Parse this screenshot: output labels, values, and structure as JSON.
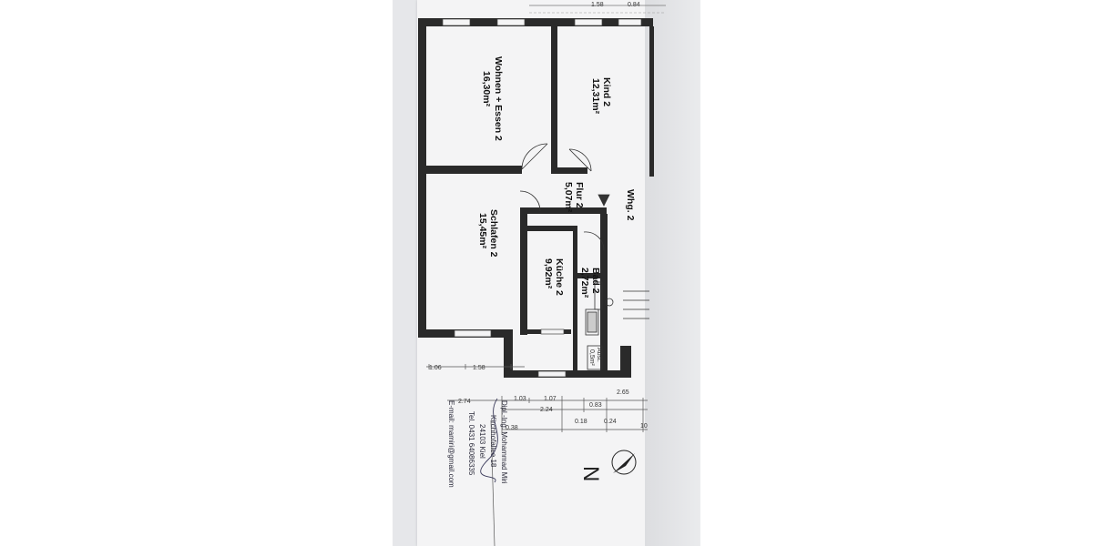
{
  "top_dimensions": [
    "1.58",
    "0.84"
  ],
  "rooms": [
    {
      "id": "wohnen",
      "label": "Wohnen + Essen 2",
      "area": "16,30m²"
    },
    {
      "id": "kind",
      "label": "Kind 2",
      "area": "12,31m²"
    },
    {
      "id": "flur",
      "label": "Flur 2",
      "area": "5,07m²"
    },
    {
      "id": "schlafen",
      "label": "Schlafen 2",
      "area": "15,45m²"
    },
    {
      "id": "kueche",
      "label": "Küche 2",
      "area": "9,92m²"
    },
    {
      "id": "bad",
      "label": "Bad 2",
      "area": "2,72m²"
    },
    {
      "id": "abst",
      "label": "Abst.",
      "area": "0,5m²"
    }
  ],
  "apartment_label": "Whg. 2",
  "dimensions": {
    "row1": [
      "1.06",
      "1.58"
    ],
    "row2": [
      "2.74",
      "1.03",
      "1.07",
      "2.65"
    ],
    "row3": [
      "2.24",
      "0.83"
    ],
    "row4": [
      "0.38",
      "0.18",
      "0.24",
      "10"
    ]
  },
  "author": {
    "name": "Dipl.-Ing. Mohammad Miri",
    "street": "Kirchhofallee 18",
    "city": "24103 Kiel",
    "phone": "Tel. 0431 64086335",
    "email": "E-mail: mamiri@gmail.com"
  },
  "north_label": "N"
}
